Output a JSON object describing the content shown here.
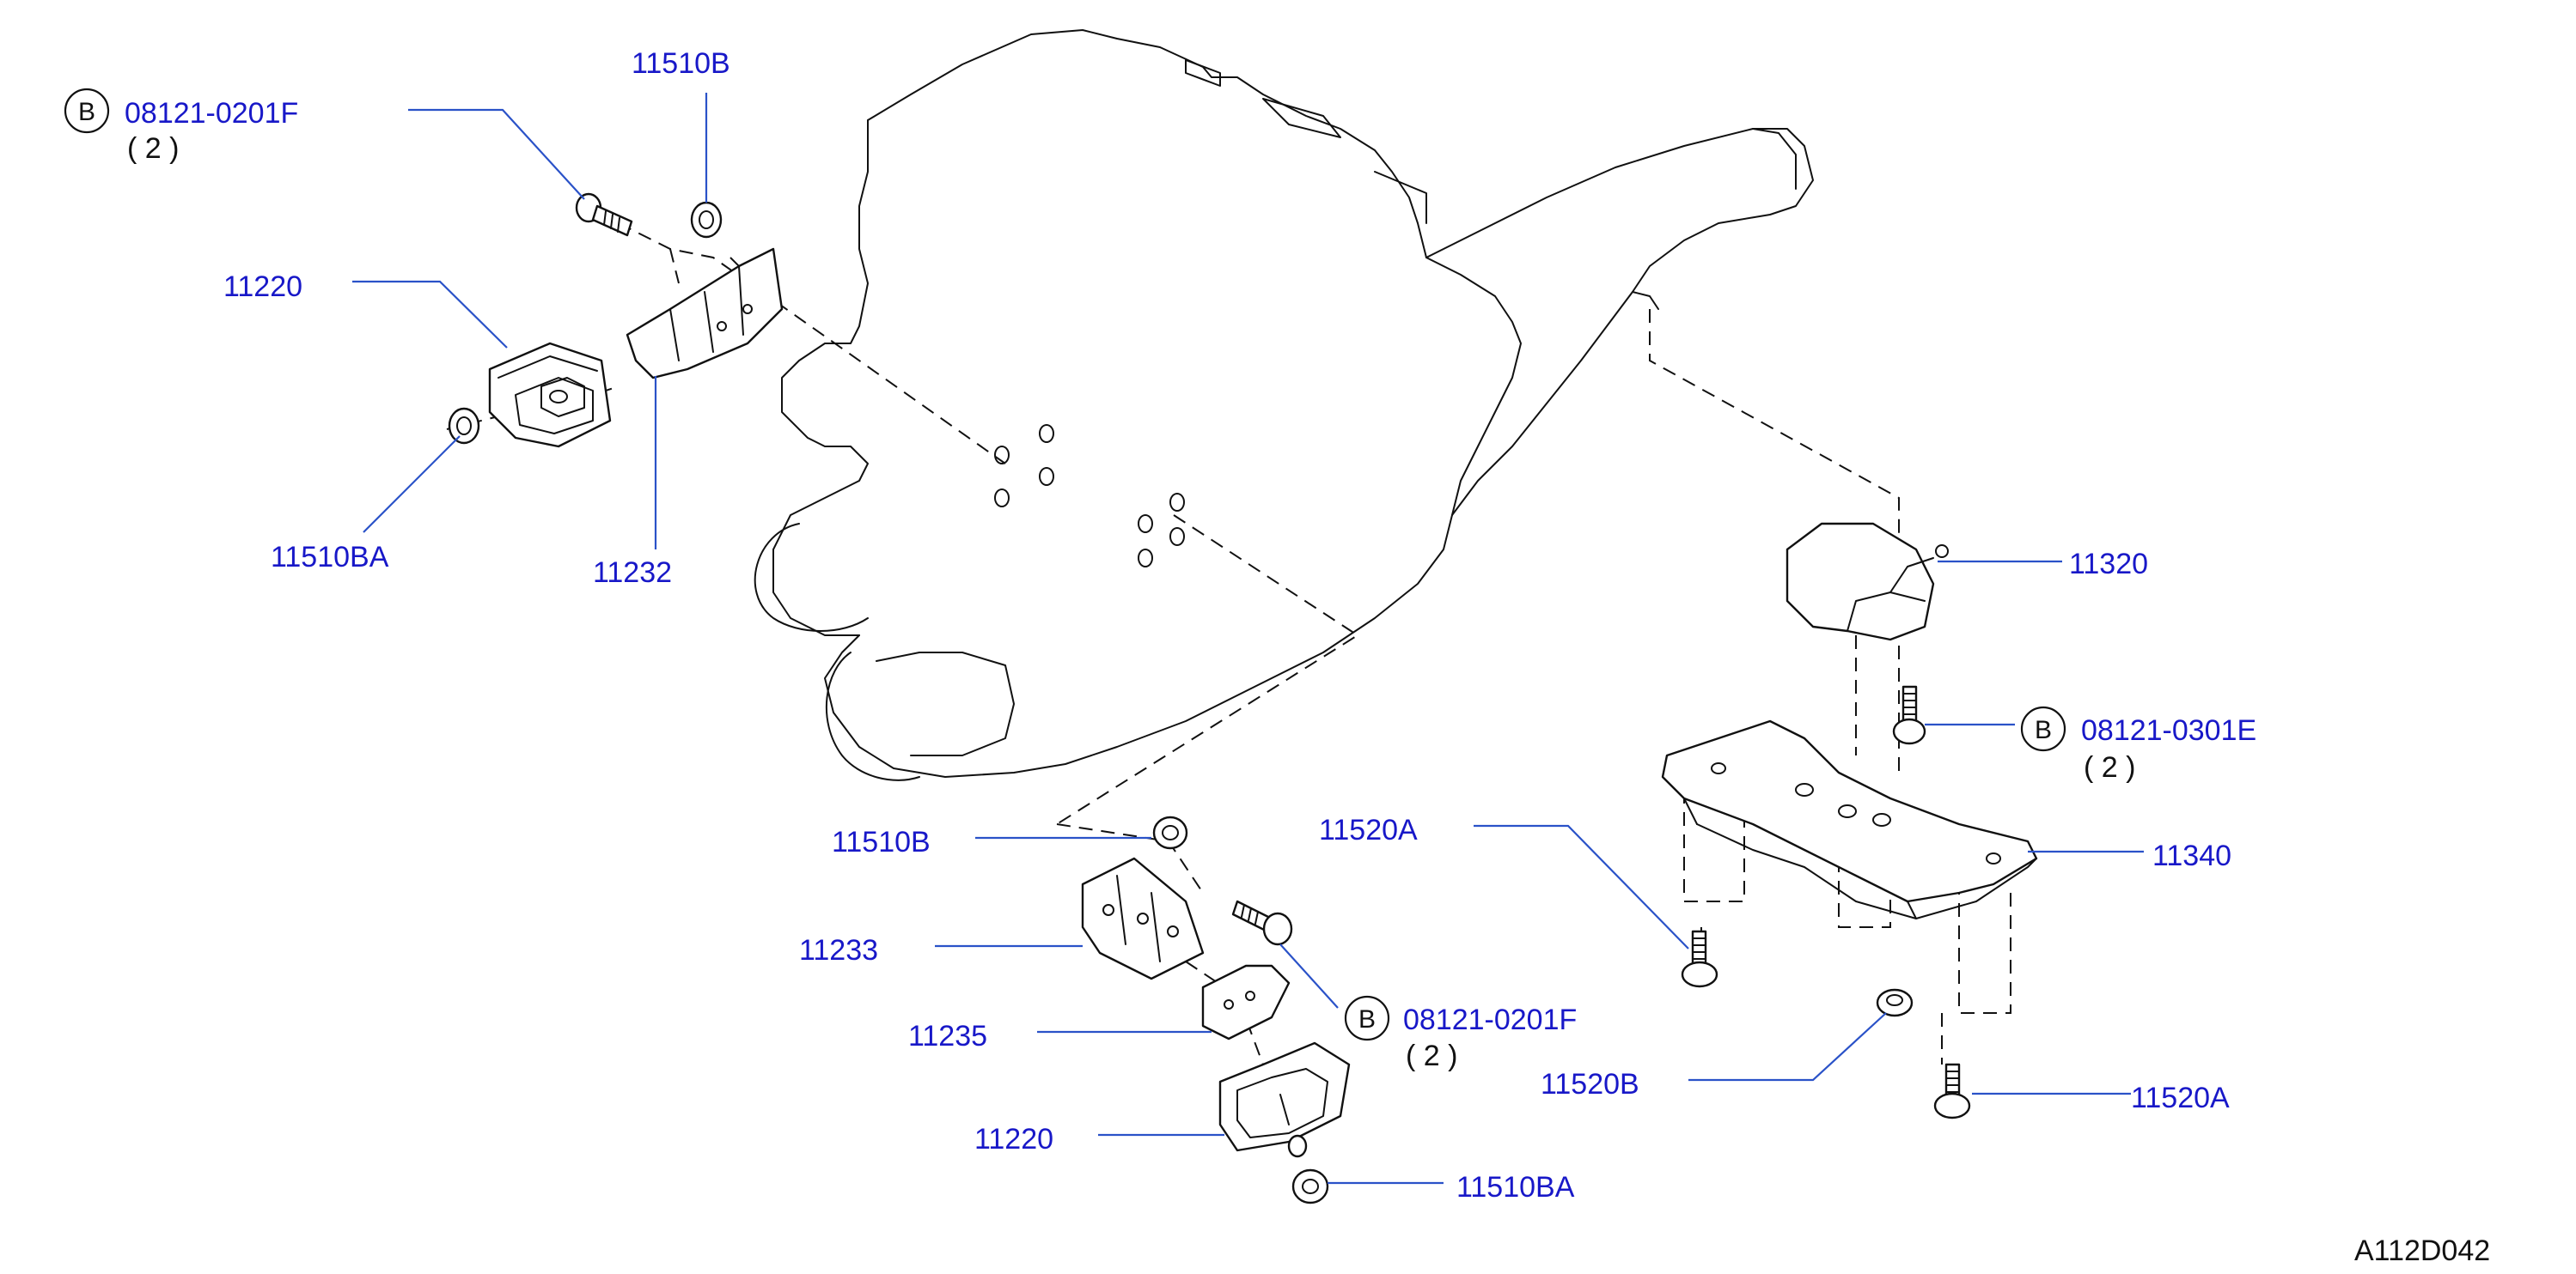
{
  "colors": {
    "label": "#1818c8",
    "leader": "#2a52c8",
    "line": "#111111",
    "background": "#ffffff"
  },
  "icons": [
    "circle-b-badge"
  ],
  "labels": {
    "bolt_top_left": "08121-0201F",
    "bolt_top_left_qty": "( 2 )",
    "badge_top_left": "B",
    "nut_top": "11510B",
    "insulator_left": "11220",
    "nut_left": "11510BA",
    "bracket_left": "11232",
    "mount_rear": "11320",
    "bolt_rear": "08121-0301E",
    "bolt_rear_qty": "( 2 )",
    "badge_rear": "B",
    "member_bolt_top": "11520A",
    "member": "11340",
    "nut_mid": "11510B",
    "bracket_right": "11233",
    "bolt_mid": "08121-0201F",
    "bolt_mid_qty": "( 2 )",
    "badge_mid": "B",
    "plate": "11235",
    "member_nut": "11520B",
    "member_bolt_bottom": "11520A",
    "insulator_right": "11220",
    "nut_bottom": "11510BA",
    "diagram_code": "A112D042"
  }
}
